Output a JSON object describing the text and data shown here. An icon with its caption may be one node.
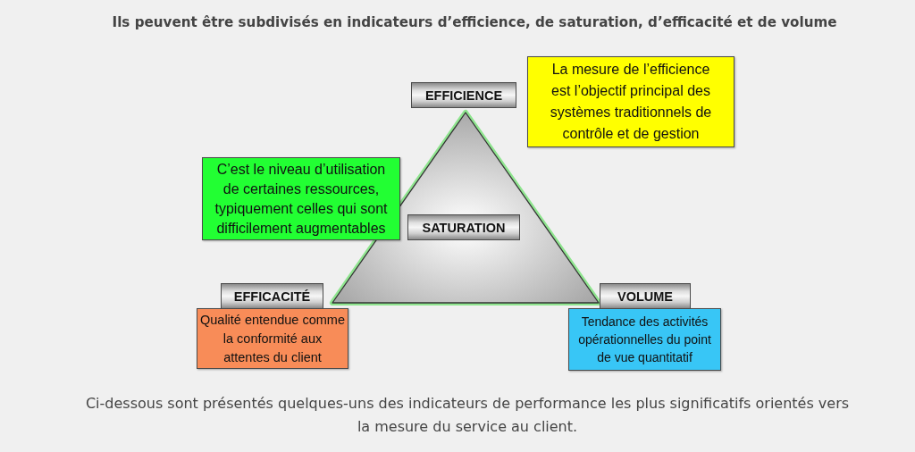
{
  "diagram": {
    "title": "Ils peuvent être subdivisés en indicateurs d’efficience, de saturation, d’efficacité et de volume",
    "nodes": [
      {
        "text": [
          "EFFICIENCE"
        ]
      },
      {
        "text": [
          "La mesure de l’efficience est l’objectif principal des systèmes traditionnels de contrôle et de gestion"
        ]
      },
      {
        "text": [
          "C’est le niveau d’utilisation de certaines ressources, typiquement celles qui sont difficilement augmentables"
        ]
      },
      {
        "text": [],
        "shape": "triangle"
      },
      {
        "text": [
          "SATURATION"
        ],
        "in": 3
      },
      {
        "text": [
          "EFFICACITÉ"
        ]
      },
      {
        "text": [
          "Qualité entendue comme la conformité aux attentes du client"
        ]
      },
      {
        "text": [
          "VOLUME"
        ]
      },
      {
        "text": [
          "Tendance des activités opérationnelles du point de vue quantitatif"
        ]
      }
    ],
    "caption": "Ci-dessous sont présentés quelques-uns des indicateurs de performance les plus significatifs orientés vers la mesure du service au client."
  }
}
